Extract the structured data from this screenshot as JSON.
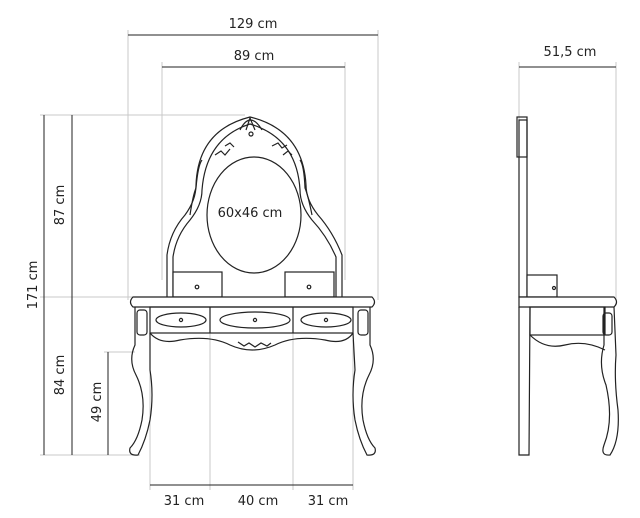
{
  "dimensions": {
    "total_width": "129 cm",
    "mirror_width": "89 cm",
    "mirror_size": "60x46 cm",
    "depth": "51,5 cm",
    "total_height": "171 cm",
    "mirror_height": "87 cm",
    "table_height": "84 cm",
    "knee_height": "49 cm",
    "left_section": "31 cm",
    "middle_section": "40 cm",
    "right_section": "31 cm"
  },
  "colors": {
    "line": "#222222",
    "extension": "#c8c8c8"
  }
}
